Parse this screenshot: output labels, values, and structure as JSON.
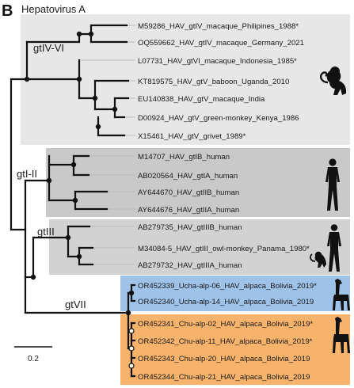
{
  "figure": {
    "panel_letter": "B",
    "title": "Hepatovirus A",
    "scale_label": "0.2",
    "colors": {
      "box_gt_iv_vi": "#e7e7e7",
      "box_gt_i_ii": "#c9c9c9",
      "box_gt_iii": "#d2d2d2",
      "box_ucha": "#9ec2e8",
      "box_chu": "#f7b36b",
      "branch": "#111111"
    }
  },
  "clades": [
    {
      "id": "gtIVVI",
      "label": "gtIV-VI"
    },
    {
      "id": "gtIII",
      "label": "gtI-II"
    },
    {
      "id": "gtIII2",
      "label": "gtIII"
    },
    {
      "id": "gtVII",
      "label": "gtVII"
    }
  ],
  "tips": [
    "M59286_HAV_gtIV_macaque_Philipines_1988*",
    "OQ559662_HAV_gtIV_macaque_Germany_2021",
    "L07731_HAV_gtVI_macaque_Indonesia_1985*",
    "KT819575_HAV_gtV_baboon_Uganda_2010",
    "EU140838_HAV_gtV_macaque_India",
    "D00924_HAV_gtV_green-monkey_Kenya_1986",
    "X15461_HAV_gtV_grivet_1989*",
    "M14707_HAV_gtIB_human",
    "AB020564_HAV_gtIA_human",
    "AY644670_HAV_gtIIB_human",
    "AY644676_HAV_gtIIA_human",
    "AB279735_HAV_gtIIIB_human",
    "M34084-5_HAV_gtIII_owl-monkey_Panama_1980*",
    "AB279732_HAV_gtIIIA_human",
    "OR452339_Ucha-alp-06_HAV_alpaca_Bolivia_2019*",
    "OR452340_Ucha-alp-14_HAV_alpaca_Bolivia_2019",
    "OR452341_Chu-alp-02_HAV_alpaca_Bolivia_2019*",
    "OR452342_Chu-alp-11_HAV_alpaca_Bolivia_2019*",
    "OR452343_Chu-alp-20_HAV_alpaca_Bolivia_2019",
    "OR452344_Chu-alp-21_HAV_alpaca_Bolivia_2019"
  ],
  "icons": [
    "monkey-icon",
    "human-woman-icon",
    "human-woman-icon",
    "owl-monkey-icon",
    "alpaca-icon",
    "alpaca-icon"
  ]
}
